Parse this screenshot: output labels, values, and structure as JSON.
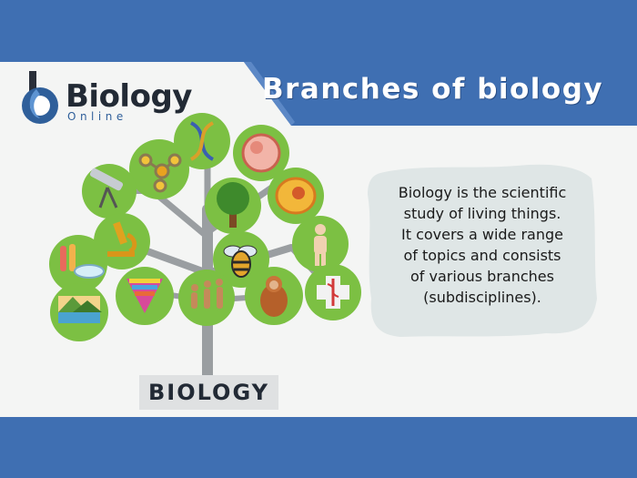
{
  "header": {
    "title": "Branches of biology"
  },
  "logo": {
    "name": "Biology",
    "subtitle": "Online"
  },
  "tree": {
    "root_label": "BIOLOGY",
    "leaf_color": "#7cc043",
    "trunk_color": "#9a9ea1",
    "leaves": [
      {
        "icon": "dna-icon"
      },
      {
        "icon": "embryo-icon"
      },
      {
        "icon": "molecule-icon"
      },
      {
        "icon": "telescope-icon"
      },
      {
        "icon": "tree-icon"
      },
      {
        "icon": "cell-icon"
      },
      {
        "icon": "microscope-icon"
      },
      {
        "icon": "human-body-icon"
      },
      {
        "icon": "bee-icon"
      },
      {
        "icon": "test-tubes-icon"
      },
      {
        "icon": "food-pyramid-icon"
      },
      {
        "icon": "human-evolution-icon"
      },
      {
        "icon": "orangutan-icon"
      },
      {
        "icon": "medical-symbol-icon"
      },
      {
        "icon": "landscape-icon"
      }
    ]
  },
  "description": {
    "text": "Biology is the scientific\nstudy of living things.\nIt covers a wide range\nof topics and consists\nof various branches\n(subdisciplines)."
  },
  "colors": {
    "banner_blue": "#3f6fb2",
    "background": "#f4f5f4",
    "cloud": "#dfe6e6"
  }
}
